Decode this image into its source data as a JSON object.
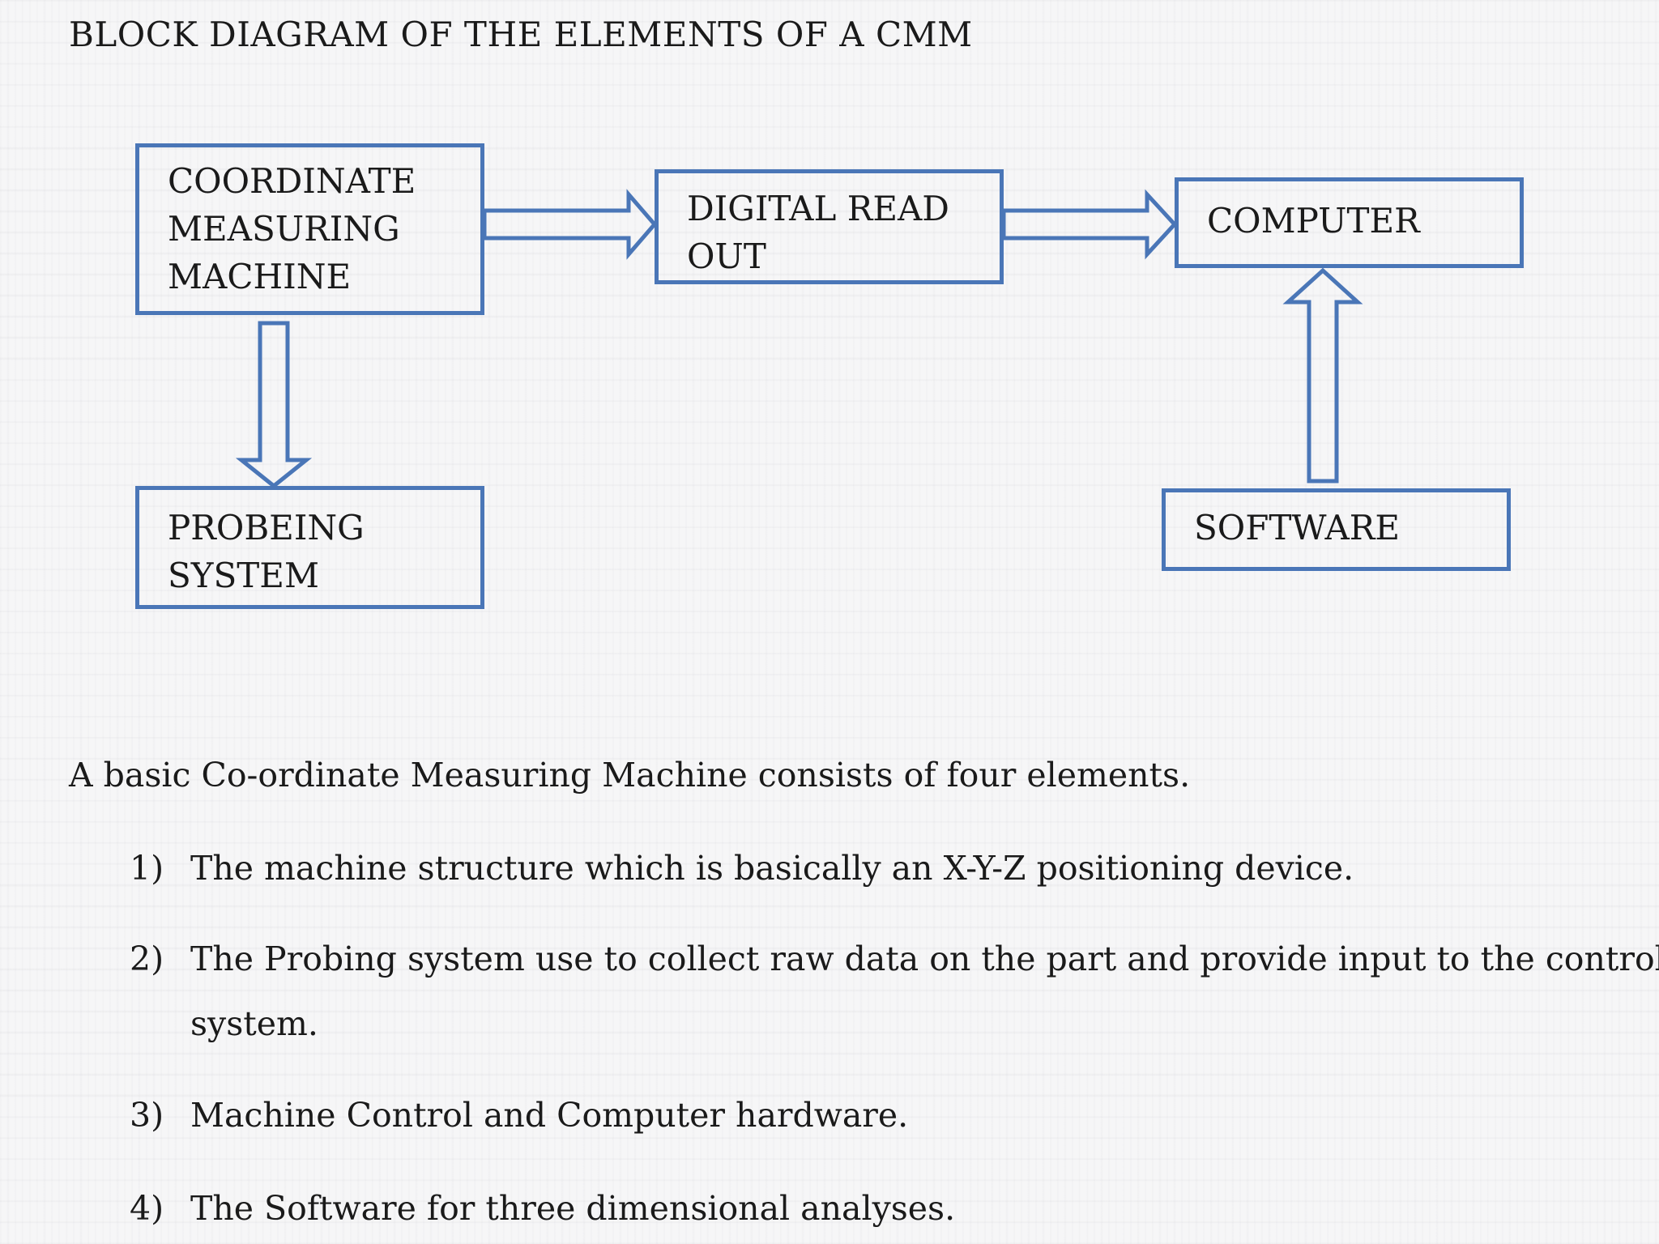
{
  "title": "BLOCK DIAGRAM OF THE ELEMENTS OF A CMM",
  "diagram": {
    "boxes": {
      "cmm": [
        "COORDINATE",
        "MEASURING",
        "MACHINE"
      ],
      "dro": [
        "DIGITAL READ",
        "OUT"
      ],
      "computer": [
        "COMPUTER"
      ],
      "probing": [
        "PROBEING",
        "SYSTEM"
      ],
      "software": [
        "SOFTWARE"
      ]
    },
    "connections": [
      {
        "from": "COORDINATE MEASURING MACHINE",
        "to": "DIGITAL READ OUT"
      },
      {
        "from": "DIGITAL READ OUT",
        "to": "COMPUTER"
      },
      {
        "from": "COORDINATE MEASURING MACHINE",
        "to": "PROBEING SYSTEM"
      },
      {
        "from": "SOFTWARE",
        "to": "COMPUTER"
      }
    ],
    "stroke_color": "#4a76b7"
  },
  "body": {
    "intro": "A basic Co-ordinate Measuring Machine consists of four elements.",
    "items": [
      {
        "num": "1)",
        "lines": [
          "The machine structure which is basically an  X-Y-Z positioning device."
        ]
      },
      {
        "num": "2)",
        "lines": [
          "The Probing system use to collect raw data on the part and provide input to the control",
          "system."
        ]
      },
      {
        "num": "3)",
        "lines": [
          "Machine Control and Computer hardware."
        ]
      },
      {
        "num": "4)",
        "lines": [
          "The Software for three dimensional analyses."
        ]
      }
    ]
  }
}
